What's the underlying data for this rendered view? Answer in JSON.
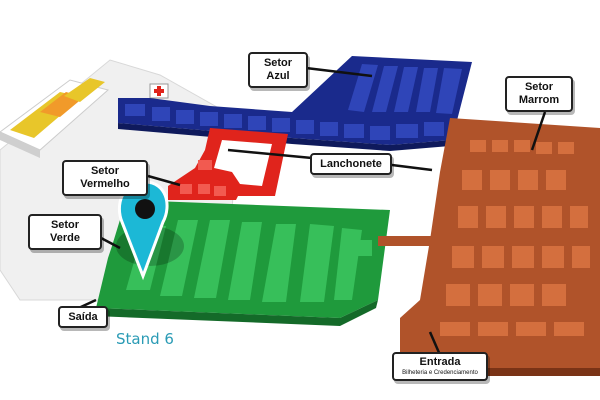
{
  "sectors": {
    "azul": {
      "line1": "Setor",
      "line2": "Azul",
      "color": "#1a2a8c"
    },
    "marrom": {
      "line1": "Setor",
      "line2": "Marrom",
      "color": "#b0532a"
    },
    "vermelho": {
      "line1": "Setor",
      "line2": "Vermelho",
      "color": "#e0241c"
    },
    "verde": {
      "line1": "Setor",
      "line2": "Verde",
      "color": "#1f9a3c"
    }
  },
  "labels": {
    "lanchonete": "Lanchonete",
    "saida": "Saída",
    "entrada": "Entrada",
    "entrada_sub": "Bilheteria e Credenciamento"
  },
  "marker": {
    "label": "Stand 6",
    "color": "#1cb8d6",
    "icon": "map-pin-icon"
  },
  "other_icons": {
    "first_aid": "first-aid-cross-icon"
  }
}
